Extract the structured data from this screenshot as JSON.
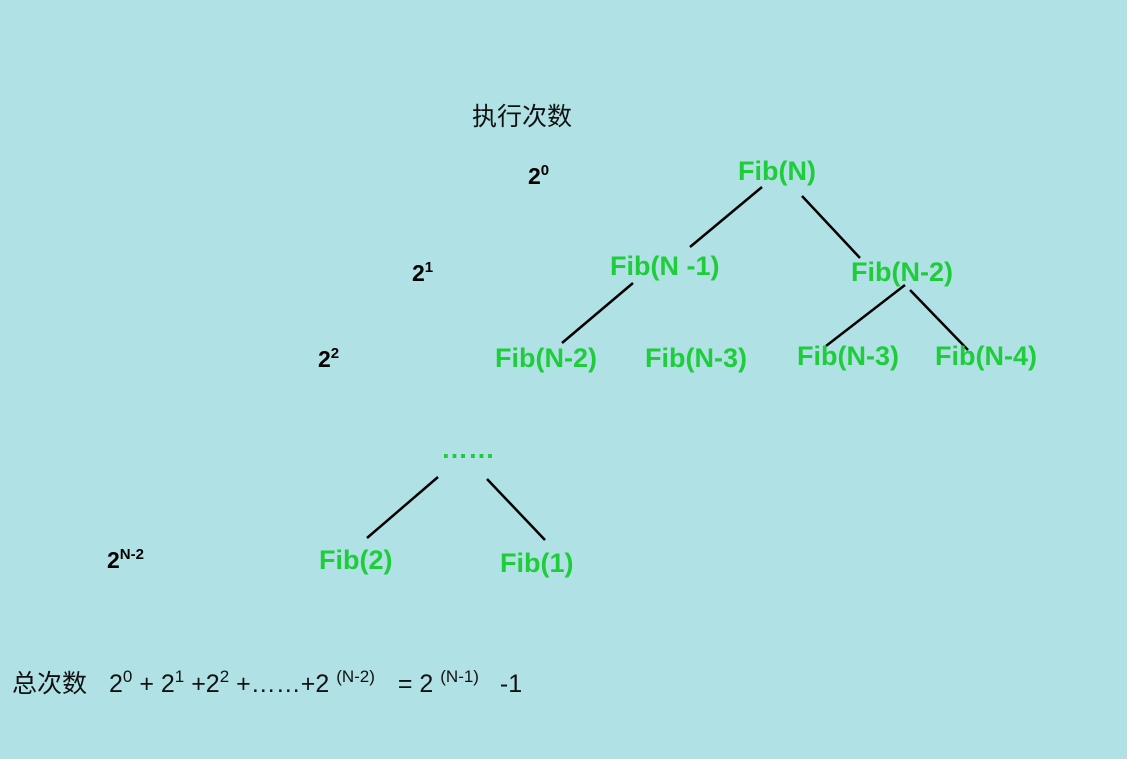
{
  "header": {
    "title": "执行次数"
  },
  "levels": [
    {
      "base": "2",
      "exp": "0"
    },
    {
      "base": "2",
      "exp": "1"
    },
    {
      "base": "2",
      "exp": "2"
    },
    {
      "base": "2",
      "exp": "N-2"
    }
  ],
  "nodes": {
    "root": "Fib(N)",
    "l1_left": "Fib(N -1)",
    "l1_right": "Fib(N-2)",
    "l2_a": "Fib(N-2)",
    "l2_b": "Fib(N-3)",
    "l2_c": "Fib(N-3)",
    "l2_d": "Fib(N-4)",
    "ellipsis": "……",
    "leaf_left": "Fib(2)",
    "leaf_right": "Fib(1)"
  },
  "formula": {
    "label": "总次数",
    "t0_base": "2",
    "t0_exp": "0",
    "p1": " + 2",
    "t1_exp": "1",
    "p2": " +2",
    "t2_exp": "2",
    "p3": " +……+2 ",
    "tn_exp": "(N-2)",
    "eq": " = 2 ",
    "res_exp": "(N-1)",
    "tail": " -1"
  }
}
